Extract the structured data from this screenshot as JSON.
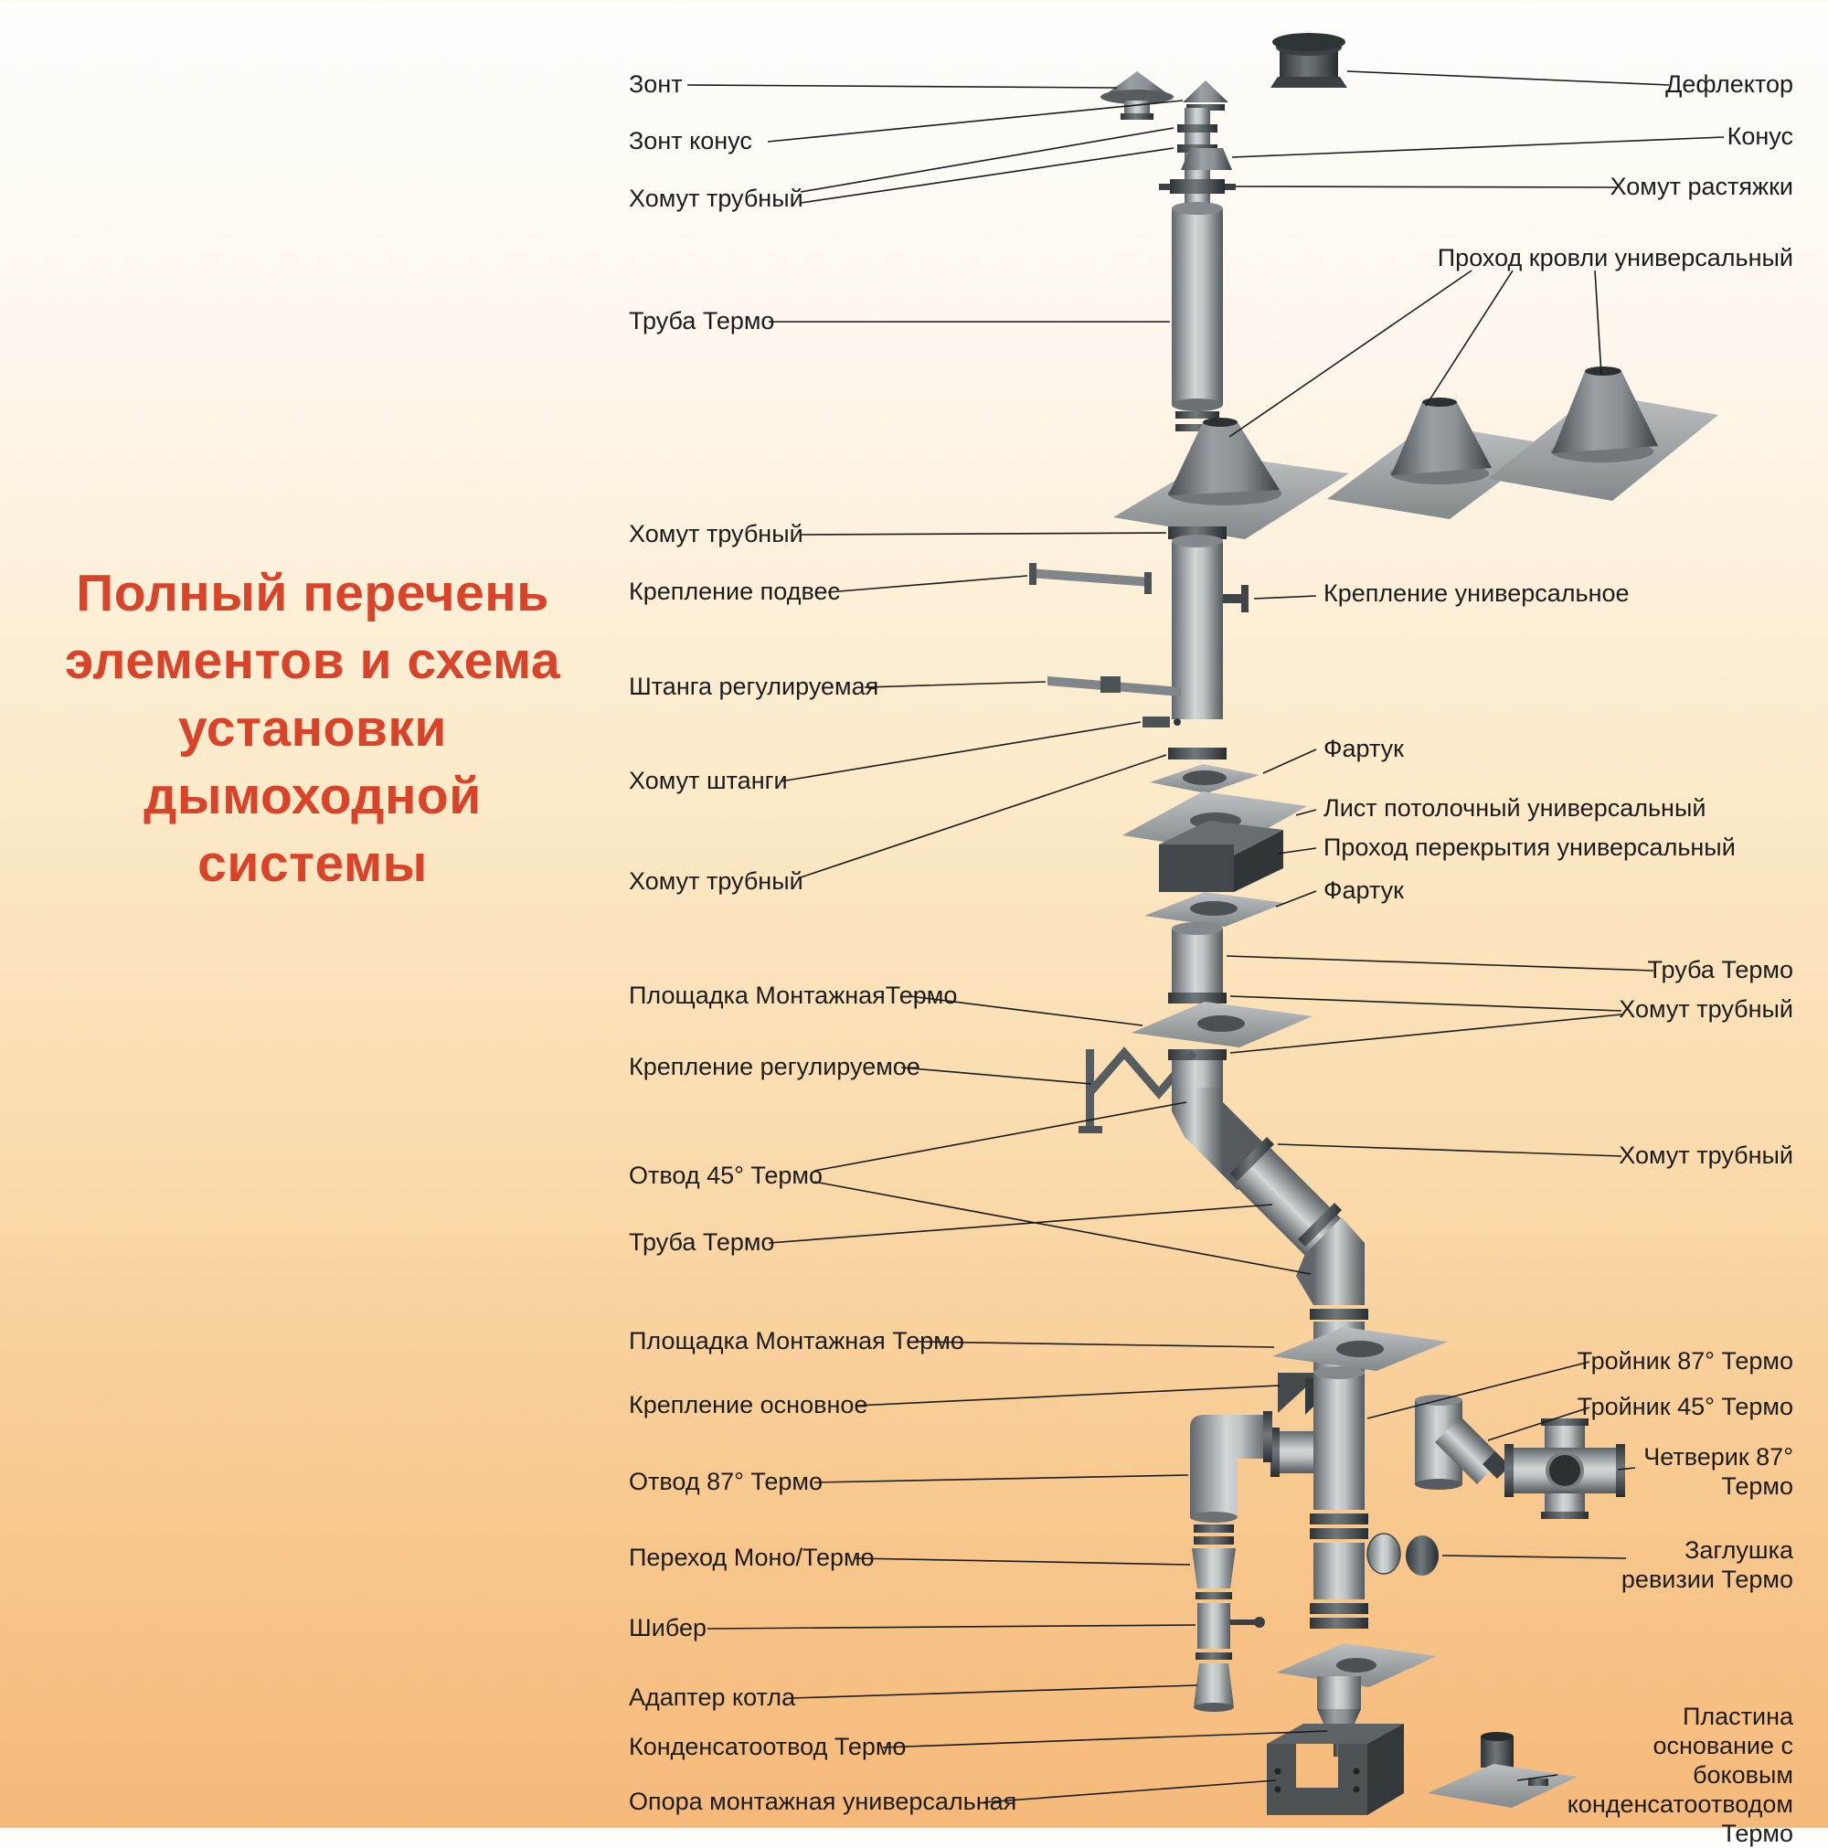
{
  "title": {
    "text": "Полный перечень элементов и схема установки дымоходной системы"
  },
  "colors": {
    "title": "#d8432a",
    "label": "#1c1c1c",
    "background_top": "#fffefb",
    "background_bottom": "#f5b97a",
    "metal_light": "#cfd3d4",
    "metal_dark": "#2e3437"
  },
  "labels": {
    "left": [
      {
        "text": "Зонт"
      },
      {
        "text": "Зонт конус"
      },
      {
        "text": "Хомут трубный"
      },
      {
        "text": "Труба Термо"
      },
      {
        "text": "Хомут трубный"
      },
      {
        "text": "Крепление подвес"
      },
      {
        "text": "Штанга регулируемая"
      },
      {
        "text": "Хомут штанги"
      },
      {
        "text": "Хомут трубный"
      },
      {
        "text": "Площадка МонтажнаяТермо"
      },
      {
        "text": "Крепление регулируемое"
      },
      {
        "text": "Отвод 45° Термо"
      },
      {
        "text": "Труба Термо"
      },
      {
        "text": "Площадка Монтажная Термо"
      },
      {
        "text": "Крепление основное"
      },
      {
        "text": "Отвод 87° Термо"
      },
      {
        "text": "Переход Моно/Термо"
      },
      {
        "text": "Шибер"
      },
      {
        "text": "Адаптер котла"
      },
      {
        "text": "Конденсатоотвод Термо"
      },
      {
        "text": "Опора монтажная универсальная"
      }
    ],
    "right": [
      {
        "text": "Дефлектор"
      },
      {
        "text": "Конус"
      },
      {
        "text": "Хомут растяжки"
      },
      {
        "text": "Проход кровли универсальный"
      },
      {
        "text": "Крепление универсальное"
      },
      {
        "text": "Фартук"
      },
      {
        "text": "Лист потолочный универсальный"
      },
      {
        "text": "Проход перекрытия универсальный"
      },
      {
        "text": "Фартук"
      },
      {
        "text": "Труба Термо"
      },
      {
        "text": "Хомут трубный"
      },
      {
        "text": "Хомут трубный"
      },
      {
        "text": "Тройник 87° Термо"
      },
      {
        "text": "Тройник 45° Термо"
      },
      {
        "text": "Четверик 87° Термо"
      },
      {
        "text": "Заглушка ревизии Термо"
      },
      {
        "text": "Пластина основание с боковым конденсатоотводом Термо"
      }
    ]
  }
}
